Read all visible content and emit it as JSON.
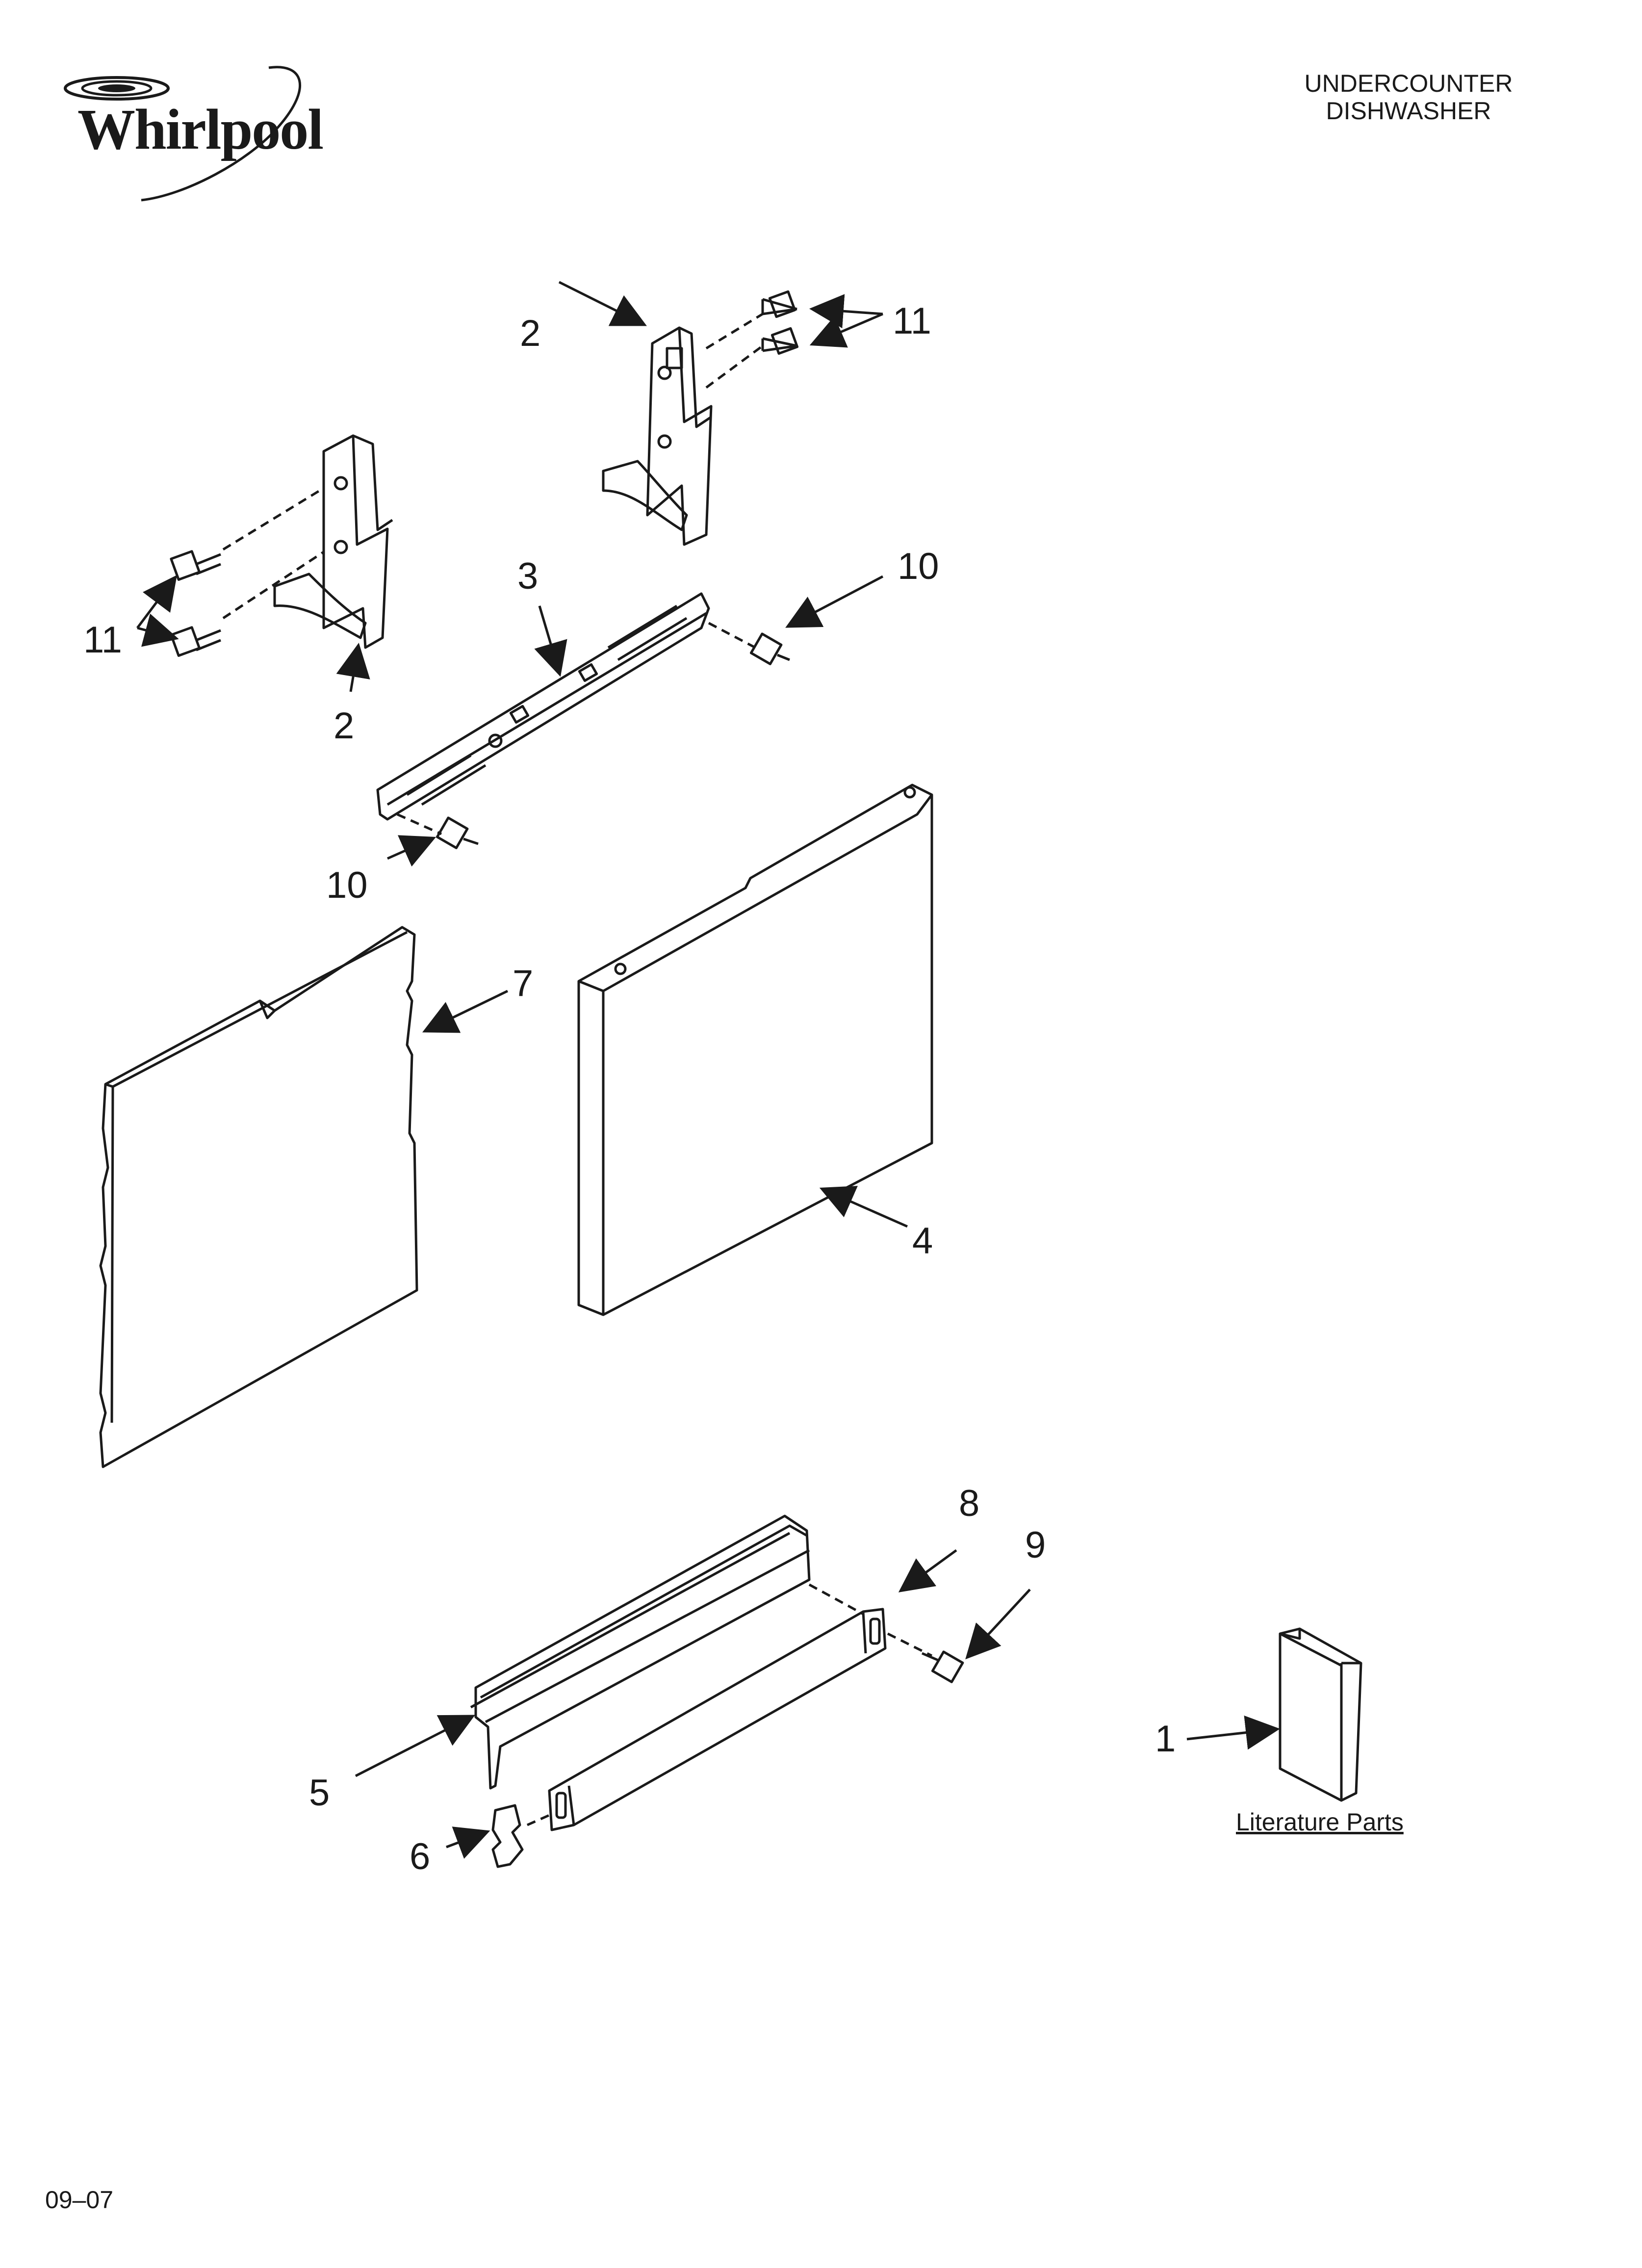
{
  "brand": {
    "name": "Whirlpool"
  },
  "header": {
    "title_line1": "UNDERCOUNTER",
    "title_line2": "DISHWASHER"
  },
  "callouts": {
    "c2_top": "2",
    "c11_top": "11",
    "c11_left": "11",
    "c2_left": "2",
    "c3": "3",
    "c10_right": "10",
    "c10_left": "10",
    "c7": "7",
    "c4": "4",
    "c8": "8",
    "c9": "9",
    "c5": "5",
    "c6": "6",
    "c1": "1"
  },
  "literature": {
    "label": "Literature Parts"
  },
  "footer": {
    "date": "09–07"
  }
}
